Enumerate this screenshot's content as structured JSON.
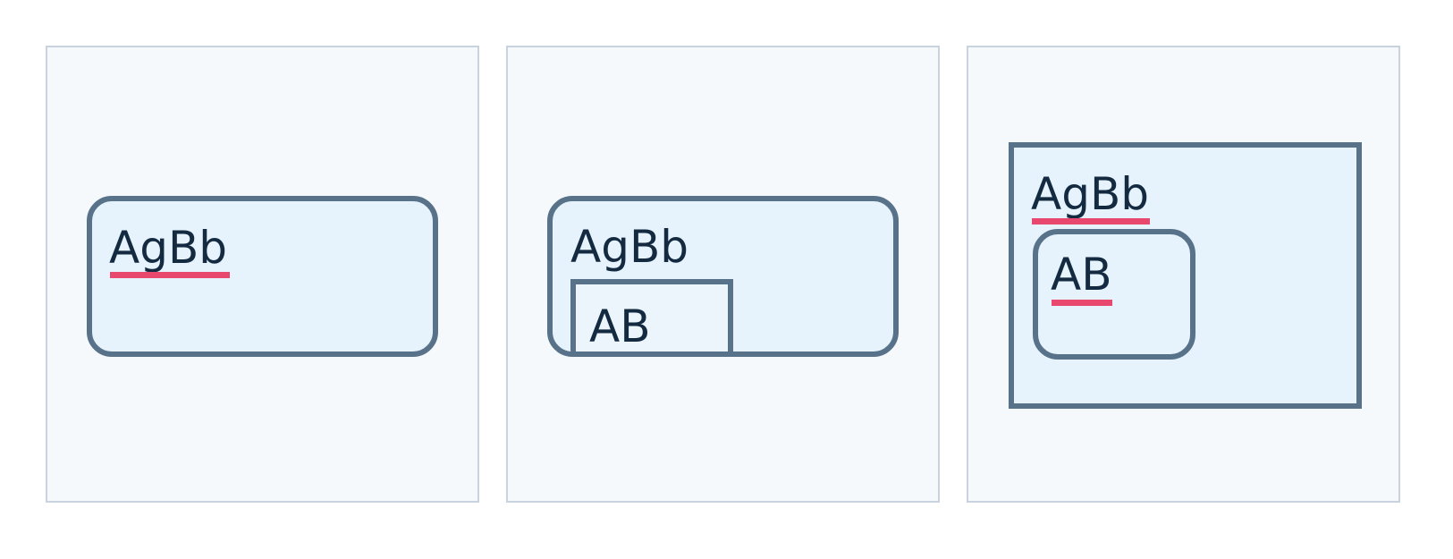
{
  "panels": [
    {
      "outer_box": {
        "label": "AgBb",
        "shape": "rounded",
        "underlined": true
      },
      "inner_box": null
    },
    {
      "outer_box": {
        "label": "AgBb",
        "shape": "rounded",
        "underlined": false
      },
      "inner_box": {
        "label": "AB",
        "shape": "square",
        "underlined": false
      }
    },
    {
      "outer_box": {
        "label": "AgBb",
        "shape": "square",
        "underlined": true
      },
      "inner_box": {
        "label": "AB",
        "shape": "rounded",
        "underlined": true
      }
    }
  ],
  "colors": {
    "page_background": "#ffffff",
    "panel_background": "#f5f9fc",
    "panel_border": "#c9d3df",
    "box_fill": "#e6f3fc",
    "box_border": "#587289",
    "text": "#132a40",
    "underline": "#e8476e"
  }
}
